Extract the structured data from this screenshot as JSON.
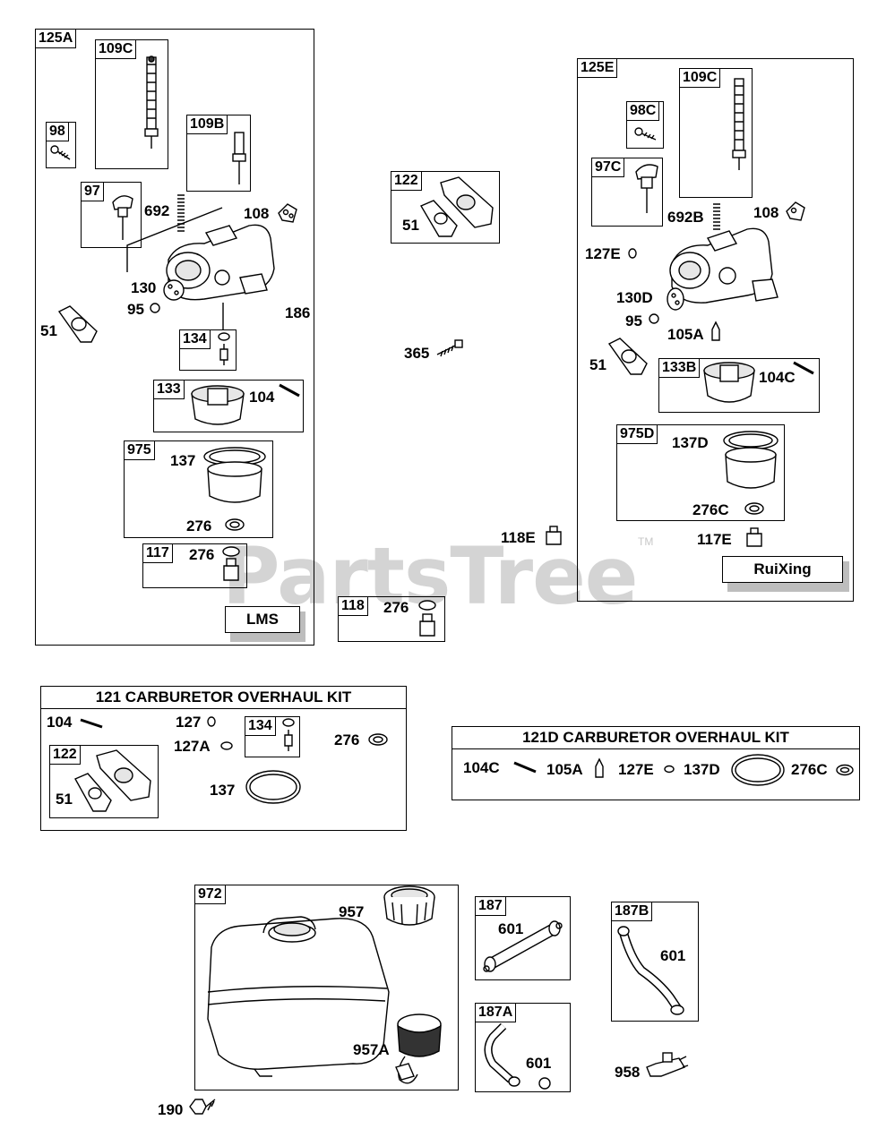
{
  "watermark": {
    "text": "PartsTree",
    "tm": "TM"
  },
  "group_125A": {
    "tag": "125A",
    "sub_109C": "109C",
    "sub_109B": "109B",
    "sub_98": "98",
    "sub_97": "97",
    "sub_134": "134",
    "sub_133": "133",
    "sub_975": "975",
    "sub_117": "117",
    "labels": {
      "l692": "692",
      "l108": "108",
      "l130": "130",
      "l95": "95",
      "l186": "186",
      "l51": "51",
      "l104": "104",
      "l137": "137",
      "l276a": "276",
      "l276b": "276"
    },
    "vendor": "LMS"
  },
  "group_122": {
    "tag": "122",
    "l51": "51"
  },
  "part_365": "365",
  "part_118E": "118E",
  "group_118": {
    "tag": "118",
    "l276": "276"
  },
  "group_125E": {
    "tag": "125E",
    "sub_109C": "109C",
    "sub_98C": "98C",
    "sub_97C": "97C",
    "sub_133B": "133B",
    "sub_975D": "975D",
    "labels": {
      "l692B": "692B",
      "l108": "108",
      "l127E": "127E",
      "l130D": "130D",
      "l95": "95",
      "l105A": "105A",
      "l51": "51",
      "l104C": "104C",
      "l137D": "137D",
      "l276C": "276C",
      "l117E": "117E"
    },
    "vendor": "RuiXing"
  },
  "kit_121": {
    "title": "121 CARBURETOR OVERHAUL KIT",
    "l104": "104",
    "l127": "127",
    "l127A": "127A",
    "sub_134": "134",
    "l276": "276",
    "sub_122": "122",
    "l51": "51",
    "l137": "137"
  },
  "kit_121D": {
    "title": "121D CARBURETOR OVERHAUL KIT",
    "l104C": "104C",
    "l105A": "105A",
    "l127E": "127E",
    "l137D": "137D",
    "l276C": "276C"
  },
  "group_972": {
    "tag": "972",
    "l957": "957",
    "l957A": "957A"
  },
  "part_190": "190",
  "group_187": {
    "tag": "187",
    "l601": "601"
  },
  "group_187A": {
    "tag": "187A",
    "l601": "601"
  },
  "group_187B": {
    "tag": "187B",
    "l601": "601"
  },
  "part_958": "958"
}
